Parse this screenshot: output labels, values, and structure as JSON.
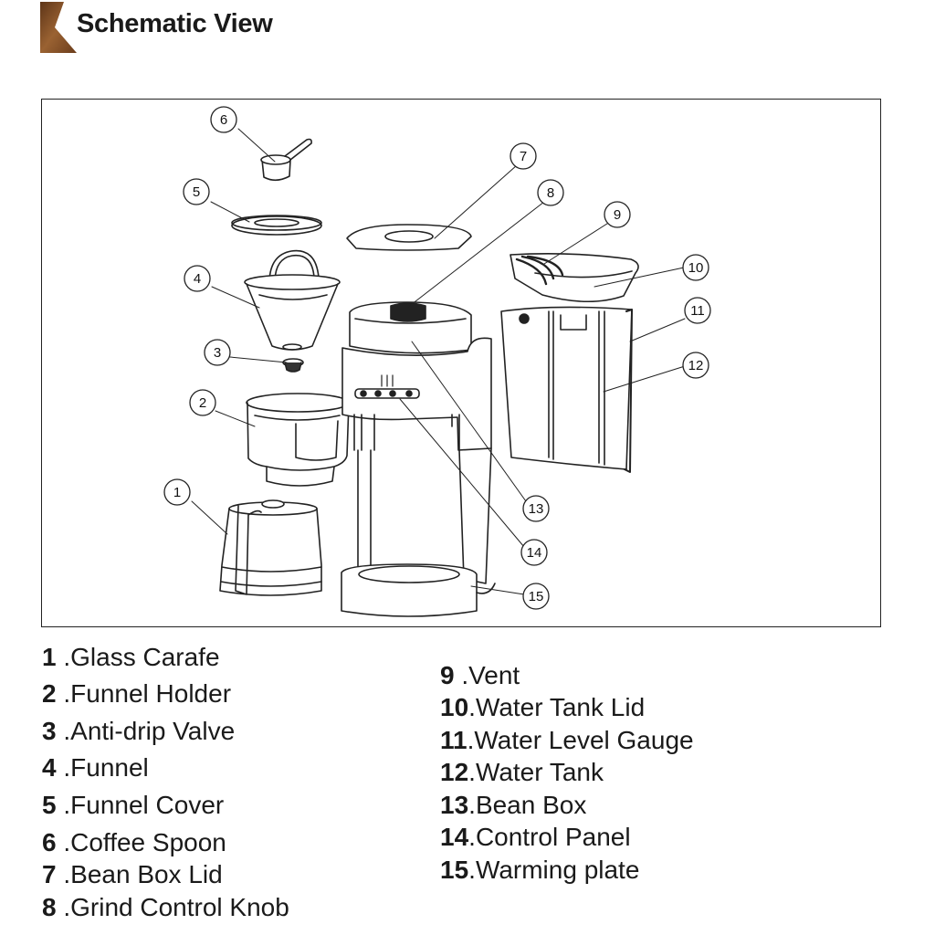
{
  "header": {
    "title": "Schematic View",
    "accent_color": "#7a4a26"
  },
  "callouts": [
    "1",
    "2",
    "3",
    "4",
    "5",
    "6",
    "7",
    "8",
    "9",
    "10",
    "11",
    "12",
    "13",
    "14",
    "15"
  ],
  "legend": [
    {
      "num": "1",
      "sep": " .",
      "label": "Glass Carafe"
    },
    {
      "num": "2",
      "sep": " .",
      "label": "Funnel Holder"
    },
    {
      "num": "3",
      "sep": " .",
      "label": "Anti-drip Valve"
    },
    {
      "num": "4",
      "sep": " .",
      "label": "Funnel"
    },
    {
      "num": "5",
      "sep": " .",
      "label": "Funnel Cover"
    },
    {
      "num": "6",
      "sep": " .",
      "label": "Coffee Spoon"
    },
    {
      "num": "7",
      "sep": " .",
      "label": "Bean Box Lid"
    },
    {
      "num": "8",
      "sep": " .",
      "label": "Grind Control Knob"
    },
    {
      "num": "9",
      "sep": " .",
      "label": "Vent"
    },
    {
      "num": "10",
      "sep": ".",
      "label": "Water Tank Lid"
    },
    {
      "num": "11",
      "sep": ".",
      "label": "Water Level Gauge"
    },
    {
      "num": "12",
      "sep": ".",
      "label": "Water Tank"
    },
    {
      "num": "13",
      "sep": ".",
      "label": "Bean Box"
    },
    {
      "num": "14",
      "sep": ".",
      "label": "Control Panel"
    },
    {
      "num": "15",
      "sep": ".",
      "label": "Warming plate"
    }
  ]
}
